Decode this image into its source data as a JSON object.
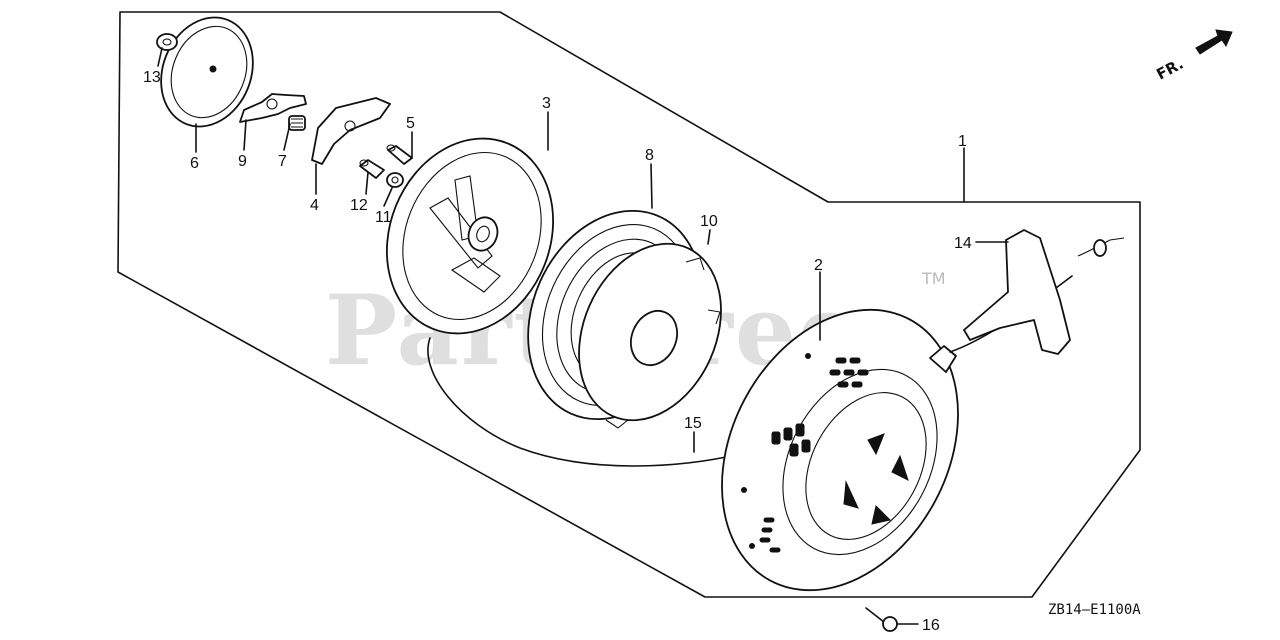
{
  "diagram": {
    "watermark": "PartsTree",
    "trademark": "TM",
    "direction_label": "FR.",
    "drawing_code": "ZB14–E1100A",
    "callouts": [
      {
        "id": "callout-1",
        "label": "1"
      },
      {
        "id": "callout-2",
        "label": "2"
      },
      {
        "id": "callout-3",
        "label": "3"
      },
      {
        "id": "callout-4",
        "label": "4"
      },
      {
        "id": "callout-5",
        "label": "5"
      },
      {
        "id": "callout-6",
        "label": "6"
      },
      {
        "id": "callout-7",
        "label": "7"
      },
      {
        "id": "callout-8",
        "label": "8"
      },
      {
        "id": "callout-9",
        "label": "9"
      },
      {
        "id": "callout-10",
        "label": "10"
      },
      {
        "id": "callout-11",
        "label": "11"
      },
      {
        "id": "callout-12",
        "label": "12"
      },
      {
        "id": "callout-13",
        "label": "13"
      },
      {
        "id": "callout-14",
        "label": "14"
      },
      {
        "id": "callout-15",
        "label": "15"
      },
      {
        "id": "callout-16",
        "label": "16"
      }
    ]
  }
}
